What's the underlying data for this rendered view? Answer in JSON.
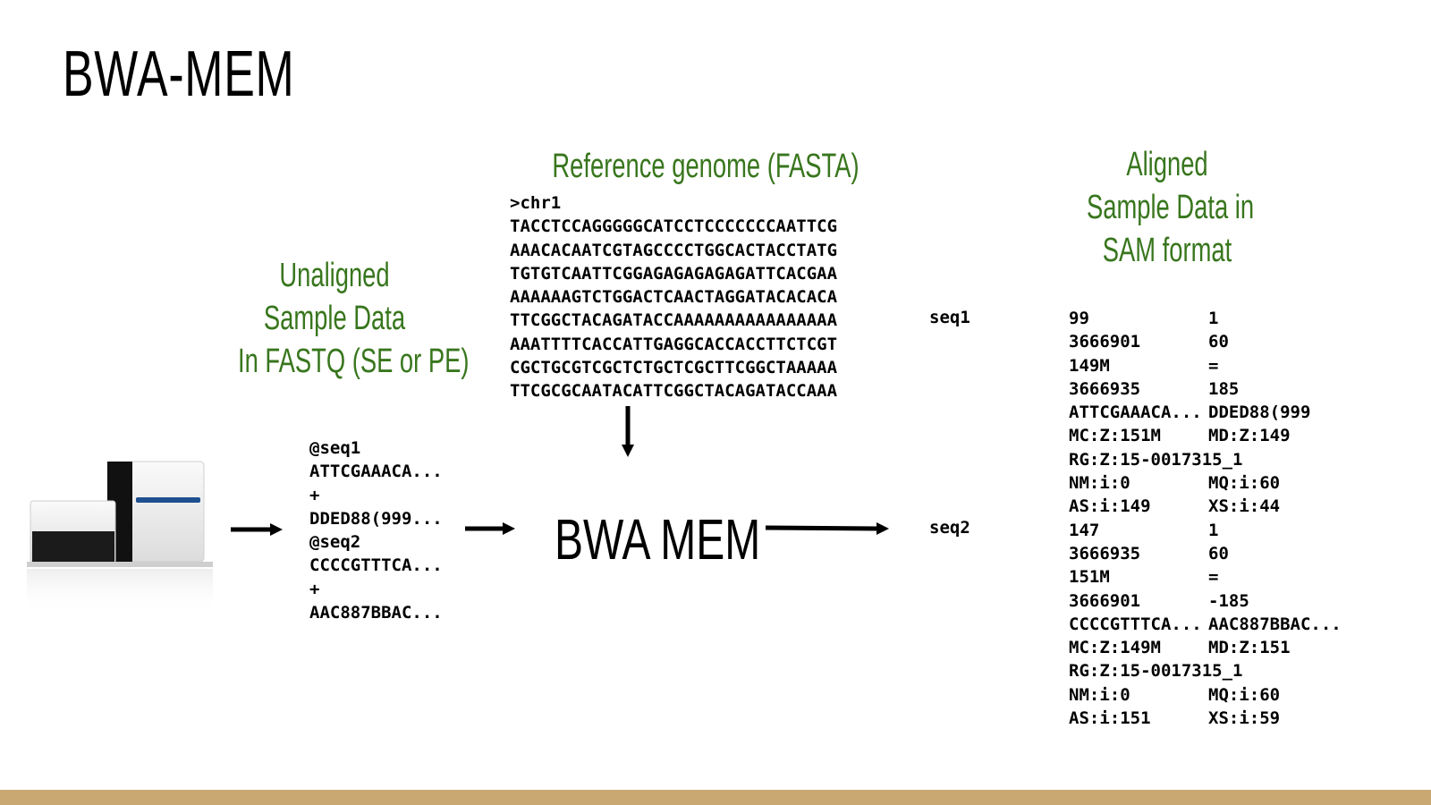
{
  "title": "BWA-MEM",
  "reference": {
    "heading": "Reference genome (FASTA)",
    "lines": [
      ">chr1",
      "TACCTCCAGGGGGCATCCTCCCCCCCAATTCG",
      "AAACACAATCGTAGCCCCTGGCACTACCTATG",
      "TGTGTCAATTCGGAGAGAGAGAGATTCACGAA",
      "AAAAAAGTCTGGACTCAACTAGGATACACACA",
      "TTCGGCTACAGATACCAAAAAAAAAAAAAAAA",
      "AAATTTTCACCATTGAGGCACCACCTTCTCGT",
      "CGCTGCGTCGCTCTGCTCGCTTCGGCTAAAAA",
      "TTCGCGCAATACATTCGGCTACAGATACCAAA"
    ]
  },
  "unaligned": {
    "heading": [
      "Unaligned",
      "Sample Data",
      "In FASTQ (SE or PE)"
    ],
    "lines": [
      "@seq1",
      "ATTCGAAACA...",
      "+",
      "DDED88(999...",
      "@seq2",
      "CCCCGTTTCA...",
      "+",
      "AAC887BBAC..."
    ]
  },
  "aligned": {
    "heading": [
      "Aligned",
      "Sample Data in",
      "SAM format"
    ],
    "seq1_label": "seq1",
    "seq2_label": "seq2",
    "col1": [
      "99",
      "3666901",
      "149M",
      "3666935",
      "ATTCGAAACA...",
      "MC:Z:151M",
      "RG:Z:15-0017315_1",
      "NM:i:0",
      "AS:i:149",
      "147",
      "3666935",
      "151M",
      "3666901",
      "CCCCGTTTCA...",
      "MC:Z:149M",
      "RG:Z:15-0017315_1",
      "NM:i:0",
      "AS:i:151"
    ],
    "col2": [
      "1",
      "60",
      "=",
      "185",
      "DDED88(999",
      "MD:Z:149",
      "",
      "MQ:i:60",
      "XS:i:44",
      "1",
      "60",
      "=",
      "-185",
      "AAC887BBAC...",
      "MD:Z:151",
      "",
      "MQ:i:60",
      "XS:i:59"
    ]
  },
  "tool_label": "BWA MEM",
  "icons": {
    "sequencer": "sequencer-machine-icon"
  },
  "colors": {
    "heading": "#38761d",
    "bottom_bar": "#c9a872"
  }
}
